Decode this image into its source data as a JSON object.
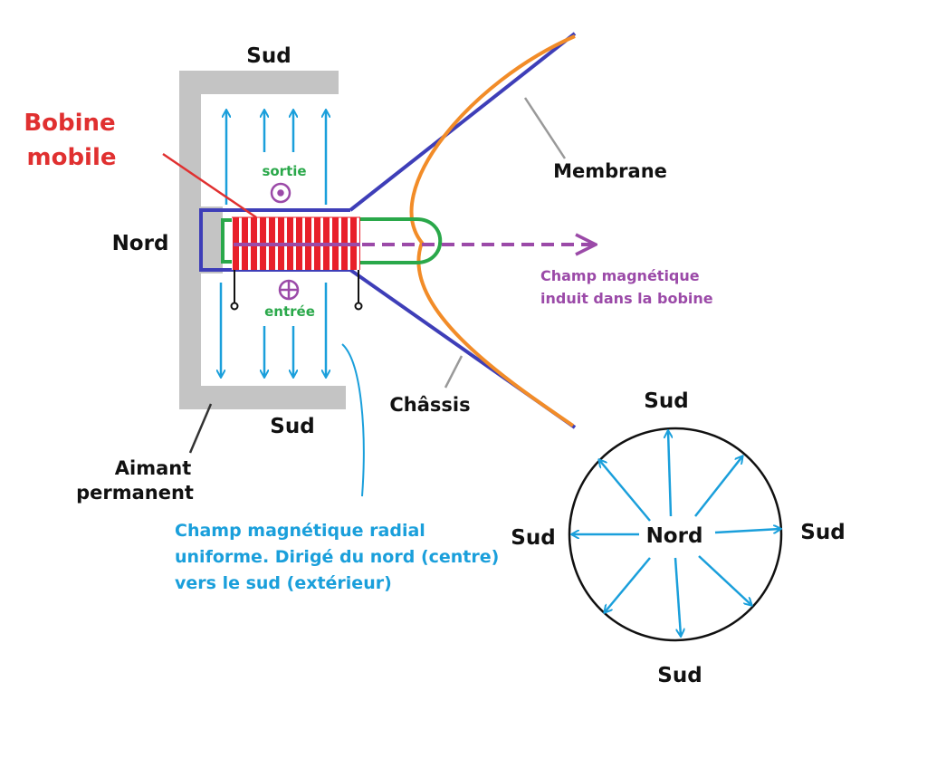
{
  "labels": {
    "bobine_mobile_1": "Bobine",
    "bobine_mobile_2": "mobile",
    "sud_top": "Sud",
    "sud_bottom": "Sud",
    "nord": "Nord",
    "sortie": "sortie",
    "entree": "entrée",
    "membrane": "Membrane",
    "chassis": "Châssis",
    "champ_induit_1": "Champ magnétique",
    "champ_induit_2": "induit dans la bobine",
    "aimant_1": "Aimant",
    "aimant_2": "permanent",
    "champ_radial_1": "Champ magnétique radial",
    "champ_radial_2": "uniforme. Dirigé du nord (centre)",
    "champ_radial_3": "vers le sud (extérieur)",
    "circle_sud_top": "Sud",
    "circle_sud_left": "Sud",
    "circle_sud_right": "Sud",
    "circle_sud_bottom": "Sud",
    "circle_nord": "Nord"
  },
  "colors": {
    "magnet": "#c4c4c4",
    "field": "#1a9fdb",
    "chassis": "#3e3eb8",
    "membrane": "#f28c28",
    "coil": "#e8202a",
    "former": "#2aa84a",
    "induced": "#9b4aa8",
    "bobine_label": "#e03030",
    "sortie_label": "#2aa84a",
    "text": "#111111",
    "pointer": "#999999"
  }
}
